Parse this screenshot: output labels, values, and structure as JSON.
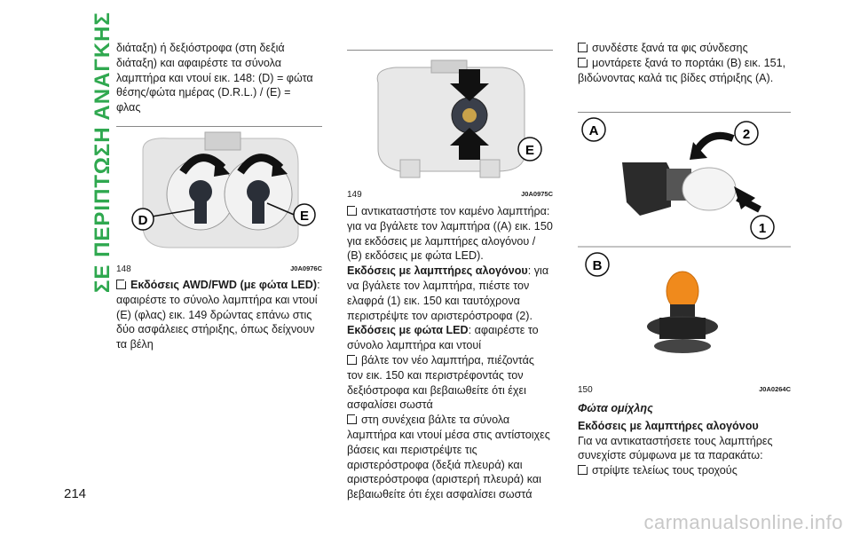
{
  "section_title": "ΣΕ ΠΕΡΙΠΤΩΣΗ ΑΝΑΓΚΗΣ",
  "page_number": "214",
  "col1": {
    "lines": [
      "διάταξη) ή δεξιόστροφα (στη δεξιά",
      "διάταξη) και αφαιρέστε τα σύνολα",
      "λαμπτήρα και ντουί εικ. 148: (D) = φώτα",
      "θέσης/φώτα ημέρας (D.R.L.) / (E) =",
      "φλας"
    ],
    "fig_num": "148",
    "fig_code": "J0A0976C",
    "label_d": "D",
    "label_e": "E",
    "b1_bold": "Εκδόσεις AWD/FWD (με φώτα LED)",
    "b1_rest": ": αφαιρέστε το σύνολο λαμπτήρα και ντουί (E) (φλας) εικ. 149 δρώντας επάνω στις δύο ασφάλειες στήριξης, όπως δείχνουν τα βέλη"
  },
  "col2": {
    "fig_num": "149",
    "fig_code": "J0A0975C",
    "label_e": "E",
    "bullet1": "αντικαταστήστε τον καμένο λαμπτήρα: για να βγάλετε τον λαμπτήρα ((A) εικ. 150 για εκδόσεις με λαμπτήρες αλογόνου / (B) εκδόσεις με φώτα LED).",
    "h1": "Εκδόσεις με λαμπτήρες αλογόνου",
    "t1": ": για να βγάλετε τον λαμπτήρα, πιέστε τον ελαφρά (1) εικ. 150 και ταυτόχρονα περιστρέψτε τον αριστερόστροφα (2).",
    "h2": "Εκδόσεις με φώτα LED",
    "t2": ": αφαιρέστε το σύνολο λαμπτήρα και ντουί",
    "bullet2": "βάλτε τον νέο λαμπτήρα, πιέζοντάς τον εικ. 150 και περιστρέφοντάς τον δεξιόστροφα και βεβαιωθείτε ότι έχει ασφαλίσει σωστά",
    "bullet3": "στη συνέχεια βάλτε τα σύνολα λαμπτήρα και ντουί μέσα στις αντίστοιχες βάσεις και περιστρέψτε τις αριστερόστροφα (δεξιά πλευρά) και αριστερόστροφα (αριστερή πλευρά) και βεβαιωθείτε ότι έχει ασφαλίσει σωστά"
  },
  "col3": {
    "bullet1": "συνδέστε ξανά τα φις σύνδεσης",
    "bullet2": "μοντάρετε ξανά το πορτάκι (B) εικ. 151, βιδώνοντας καλά τις βίδες στήριξης (A).",
    "label_a": "A",
    "label_b": "B",
    "label_1": "1",
    "label_2": "2",
    "fig_num": "150",
    "fig_code": "J0A0264C",
    "heading": "Φώτα ομίχλης",
    "subheading": "Εκδόσεις με λαμπτήρες αλογόνου",
    "text": "Για να αντικαταστήσετε τους λαμπτήρες συνεχίστε σύμφωνα με τα παρακάτω:",
    "bullet3": "στρίψτε τελείως τους τροχούς"
  },
  "watermark": "carmanualsonline.info"
}
